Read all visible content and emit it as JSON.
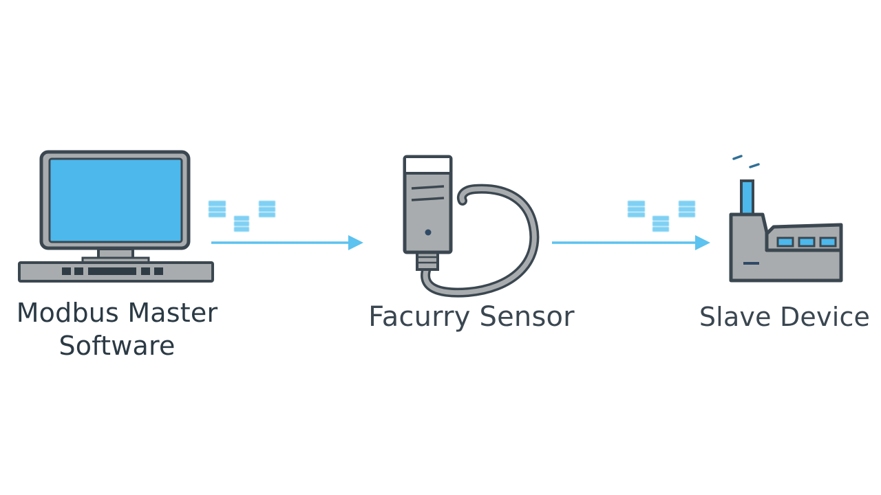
{
  "nodes": {
    "master": {
      "label_line1": "Modbus Master",
      "label_line2": "Software",
      "icon": "computer-icon"
    },
    "sensor": {
      "label": "Facurry Sensor",
      "icon": "sensor-icon"
    },
    "slave": {
      "label": "Slave Device",
      "icon": "factory-icon"
    }
  },
  "edges": [
    {
      "from": "master",
      "to": "sensor",
      "icon": "data-packets-icon"
    },
    {
      "from": "sensor",
      "to": "slave",
      "icon": "data-packets-icon"
    }
  ],
  "colors": {
    "outline": "#3b4750",
    "screen": "#4cb8ec",
    "body_gray": "#a9acae",
    "arrow": "#5cc2ef",
    "packet": "#7fd0f3",
    "text": "#2b3a44"
  }
}
